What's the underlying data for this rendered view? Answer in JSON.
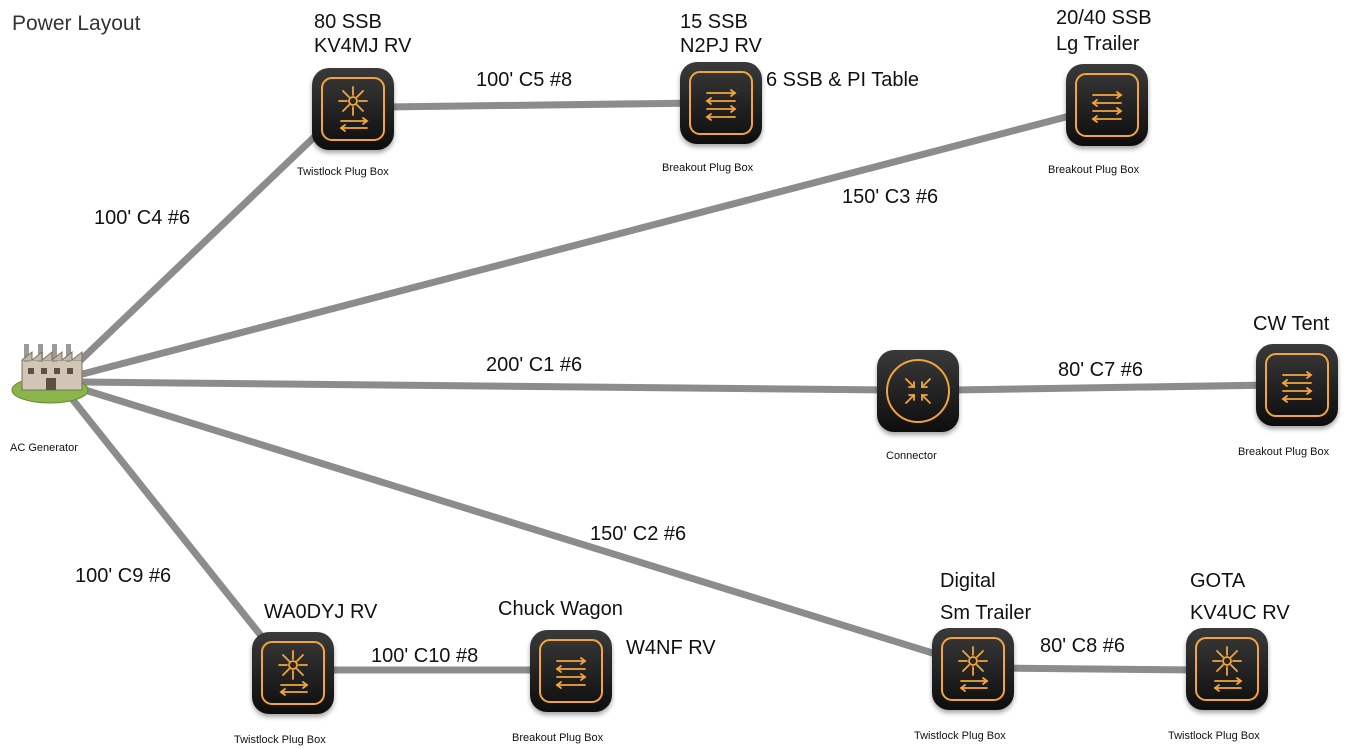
{
  "title": "Power Layout",
  "generator": {
    "caption": "AC Generator",
    "icon": "factory-icon"
  },
  "nodes": {
    "ssb80": {
      "type": "Twistlock Plug Box",
      "icon": "twistlock-icon",
      "lines": [
        "80 SSB",
        "KV4MJ RV"
      ]
    },
    "ssb15": {
      "type": "Breakout Plug Box",
      "icon": "breakout-icon",
      "lines": [
        "15 SSB",
        "N2PJ RV"
      ],
      "extra": "6 SSB & PI Table"
    },
    "ssb2040": {
      "type": "Breakout Plug Box",
      "icon": "breakout-icon",
      "lines": [
        "20/40 SSB",
        "Lg Trailer"
      ]
    },
    "connector": {
      "type": "Connector",
      "icon": "connector-icon",
      "lines": []
    },
    "cwtent": {
      "type": "Breakout Plug Box",
      "icon": "breakout-icon",
      "lines": [
        "CW Tent"
      ]
    },
    "wa0dyj": {
      "type": "Twistlock Plug Box",
      "icon": "twistlock-icon",
      "lines": [
        "WA0DYJ RV"
      ]
    },
    "chuck": {
      "type": "Breakout Plug Box",
      "icon": "breakout-icon",
      "lines": [
        "Chuck Wagon"
      ],
      "extra": "W4NF RV"
    },
    "digital": {
      "type": "Twistlock Plug Box",
      "icon": "twistlock-icon",
      "lines": [
        "Digital",
        "Sm Trailer"
      ]
    },
    "gota": {
      "type": "Twistlock Plug Box",
      "icon": "twistlock-icon",
      "lines": [
        "GOTA",
        "KV4UC RV"
      ]
    }
  },
  "cables": {
    "c4": "100' C4 #6",
    "c5": "100' C5 #8",
    "c3": "150' C3 #6",
    "c1": "200' C1 #6",
    "c7": "80' C7 #6",
    "c2": "150' C2 #6",
    "c9": "100' C9 #6",
    "c10": "100' C10 #8",
    "c8": "80' C8 #6"
  },
  "colors": {
    "cable": "#8c8c8c",
    "icon_bg": "#1a1a1a",
    "icon_accent": "#f2a53d",
    "generator_ground": "#8ab54a"
  }
}
